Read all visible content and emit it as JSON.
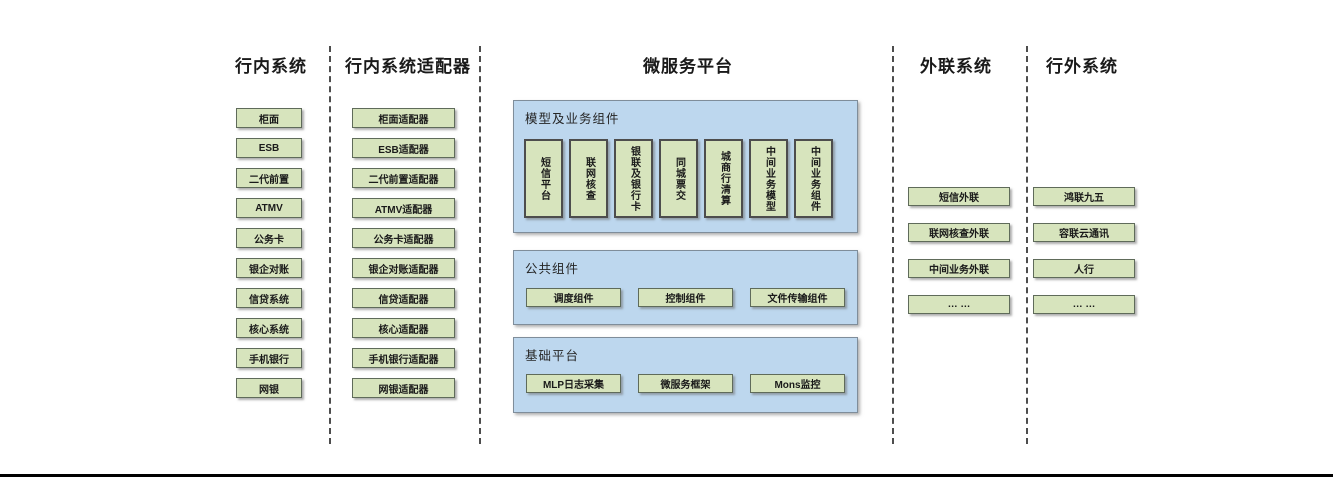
{
  "diagram": {
    "columns": [
      {
        "title": "行内系统",
        "items": [
          "柜面",
          "ESB",
          "二代前置",
          "ATMV",
          "公务卡",
          "银企对账",
          "信贷系统",
          "核心系统",
          "手机银行",
          "网银"
        ]
      },
      {
        "title": "行内系统适配器",
        "items": [
          "柜面适配器",
          "ESB适配器",
          "二代前置适配器",
          "ATMV适配器",
          "公务卡适配器",
          "银企对账适配器",
          "信贷适配器",
          "核心适配器",
          "手机银行适配器",
          "网银适配器"
        ]
      },
      {
        "title": "微服务平台",
        "sections": [
          {
            "title": "模型及业务组件",
            "items": [
              "短信平台",
              "联网核查",
              "银联及银行卡",
              "同城票交",
              "城商行清算",
              "中间业务模型",
              "中间业务组件"
            ]
          },
          {
            "title": "公共组件",
            "items": [
              "调度组件",
              "控制组件",
              "文件传输组件"
            ]
          },
          {
            "title": "基础平台",
            "items": [
              "MLP日志采集",
              "微服务框架",
              "Mons监控"
            ]
          }
        ]
      },
      {
        "title": "外联系统",
        "items": [
          "短信外联",
          "联网核查外联",
          "中间业务外联",
          "… …"
        ]
      },
      {
        "title": "行外系统",
        "items": [
          "鸿联九五",
          "容联云通讯",
          "人行",
          "… …"
        ]
      }
    ],
    "colors": {
      "box_green": "#d7e4bd",
      "panel_blue": "#bdd7ee",
      "box_border": "#595959",
      "bottom_line": "#000000"
    }
  }
}
